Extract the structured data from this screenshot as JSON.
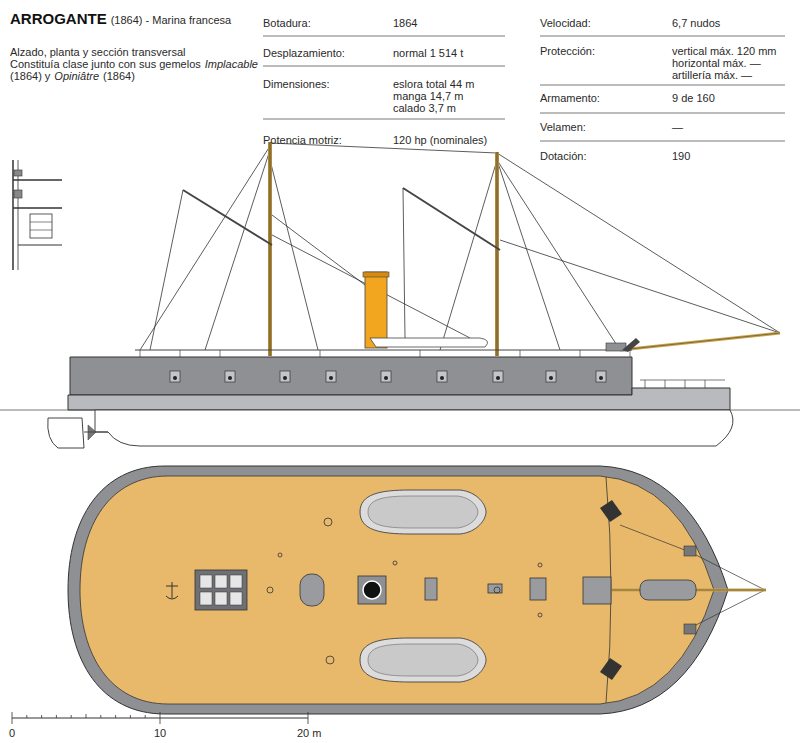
{
  "diagram": {
    "title": "ARROGANTE",
    "labels": [
      "(1864) - Marina francesa",
      "Alzado, planta y sección transversal",
      "Constituía clase junto con sus gemelos",
      "Implacable",
      "(1864) y",
      "Opiniâtre",
      "(1864)",
      "Botadura:",
      "1864",
      "Desplazamiento:",
      "normal 1 514 t",
      "Dimensiones:",
      "eslora total 44 m",
      "manga 14,7 m",
      "calado 3,7 m",
      "Potencia motriz:",
      "120 hp (nominales)",
      "Velocidad:",
      "6,7 nudos",
      "Protección:",
      "vertical máx. 120 mm",
      "horizontal máx. —",
      "artillería máx. —",
      "Armamento:",
      "9 de 160",
      "Velamen:",
      "—",
      "Dotación:",
      "190",
      "0",
      "10",
      "20 m"
    ]
  }
}
